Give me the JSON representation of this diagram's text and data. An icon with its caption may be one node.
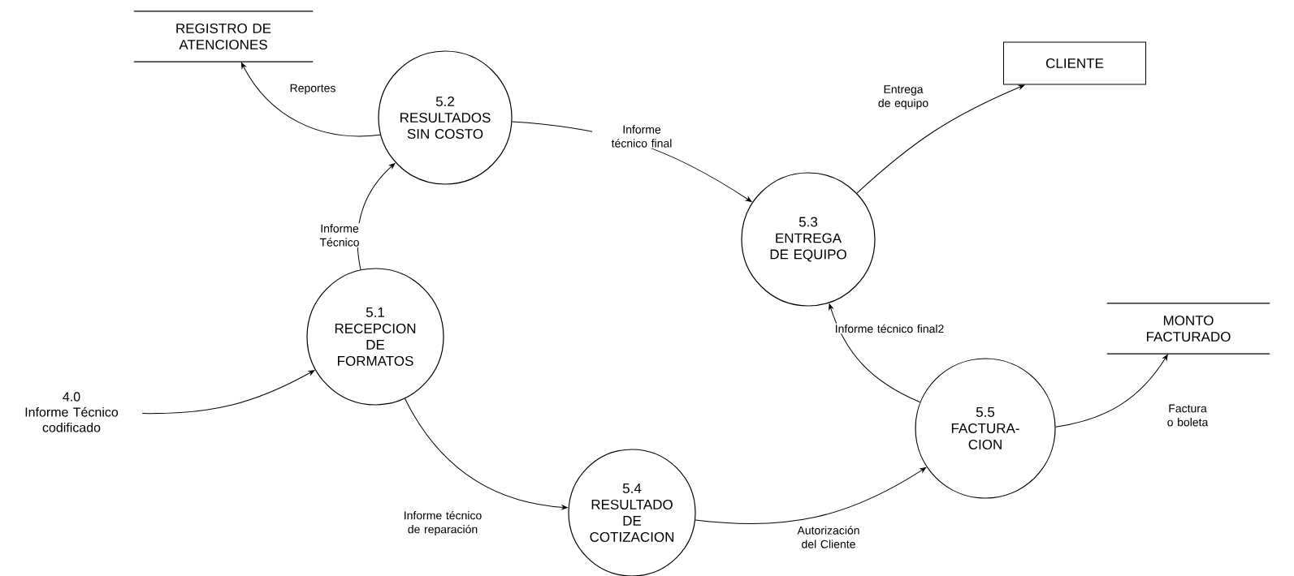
{
  "diagram": {
    "nodes": [
      {
        "text": [
          "REGISTRO DE ATENCIONES"
        ]
      },
      {
        "text": [
          "5.2",
          "RESULTADOS SIN COSTO"
        ]
      },
      {
        "text": [
          "CLIENTE"
        ]
      },
      {
        "text": [
          "5.3",
          "ENTREGA DE EQUIPO"
        ]
      },
      {
        "text": [
          "5.1",
          "RECEPCION DE FORMATOS"
        ]
      },
      {
        "text": [
          "MONTO FACTURADO"
        ]
      },
      {
        "text": [
          "4.0",
          "Informe Técnico codificado"
        ]
      },
      {
        "text": [
          "5.5",
          "FACTURA-CION"
        ]
      },
      {
        "text": [
          "5.4",
          "RESULTADO DE COTIZACION"
        ]
      }
    ],
    "edges": [
      {
        "from": 1,
        "to": 0,
        "arrow": "to",
        "label": "Reportes"
      },
      {
        "from": 1,
        "to": 3,
        "arrow": "to",
        "label": "Informe técnico final"
      },
      {
        "from": 3,
        "to": 2,
        "arrow": "to",
        "label": "Entrega de equipo"
      },
      {
        "from": 4,
        "to": 1,
        "arrow": "to",
        "label": "Informe Técnico"
      },
      {
        "from": 6,
        "to": 4,
        "arrow": "to"
      },
      {
        "from": 4,
        "to": 8,
        "arrow": "to",
        "label": "Informe técnico de reparación"
      },
      {
        "from": 8,
        "to": 7,
        "arrow": "to",
        "label": "Autorización del Cliente"
      },
      {
        "from": 7,
        "to": 3,
        "arrow": "to",
        "label": "Informe técnico final2"
      },
      {
        "from": 7,
        "to": 5,
        "arrow": "to",
        "label": "Factura o boleta"
      }
    ]
  }
}
